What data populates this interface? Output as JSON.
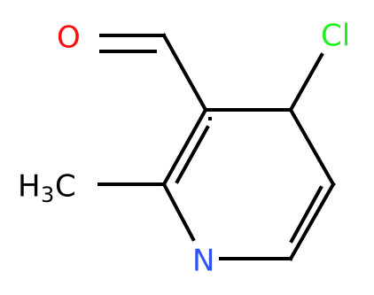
{
  "molecule": {
    "atoms": {
      "oxygen": {
        "label": "O"
      },
      "chlorine": {
        "label": "Cl"
      },
      "nitrogen": {
        "label": "N"
      },
      "methyl": {
        "label_main": "H",
        "label_sub": "3",
        "label_tail": "C"
      }
    },
    "colors": {
      "oxygen": "#ff0d0d",
      "chlorine": "#1ff01f",
      "nitrogen": "#3050f8",
      "carbon": "#000000",
      "bond": "#000000"
    }
  }
}
